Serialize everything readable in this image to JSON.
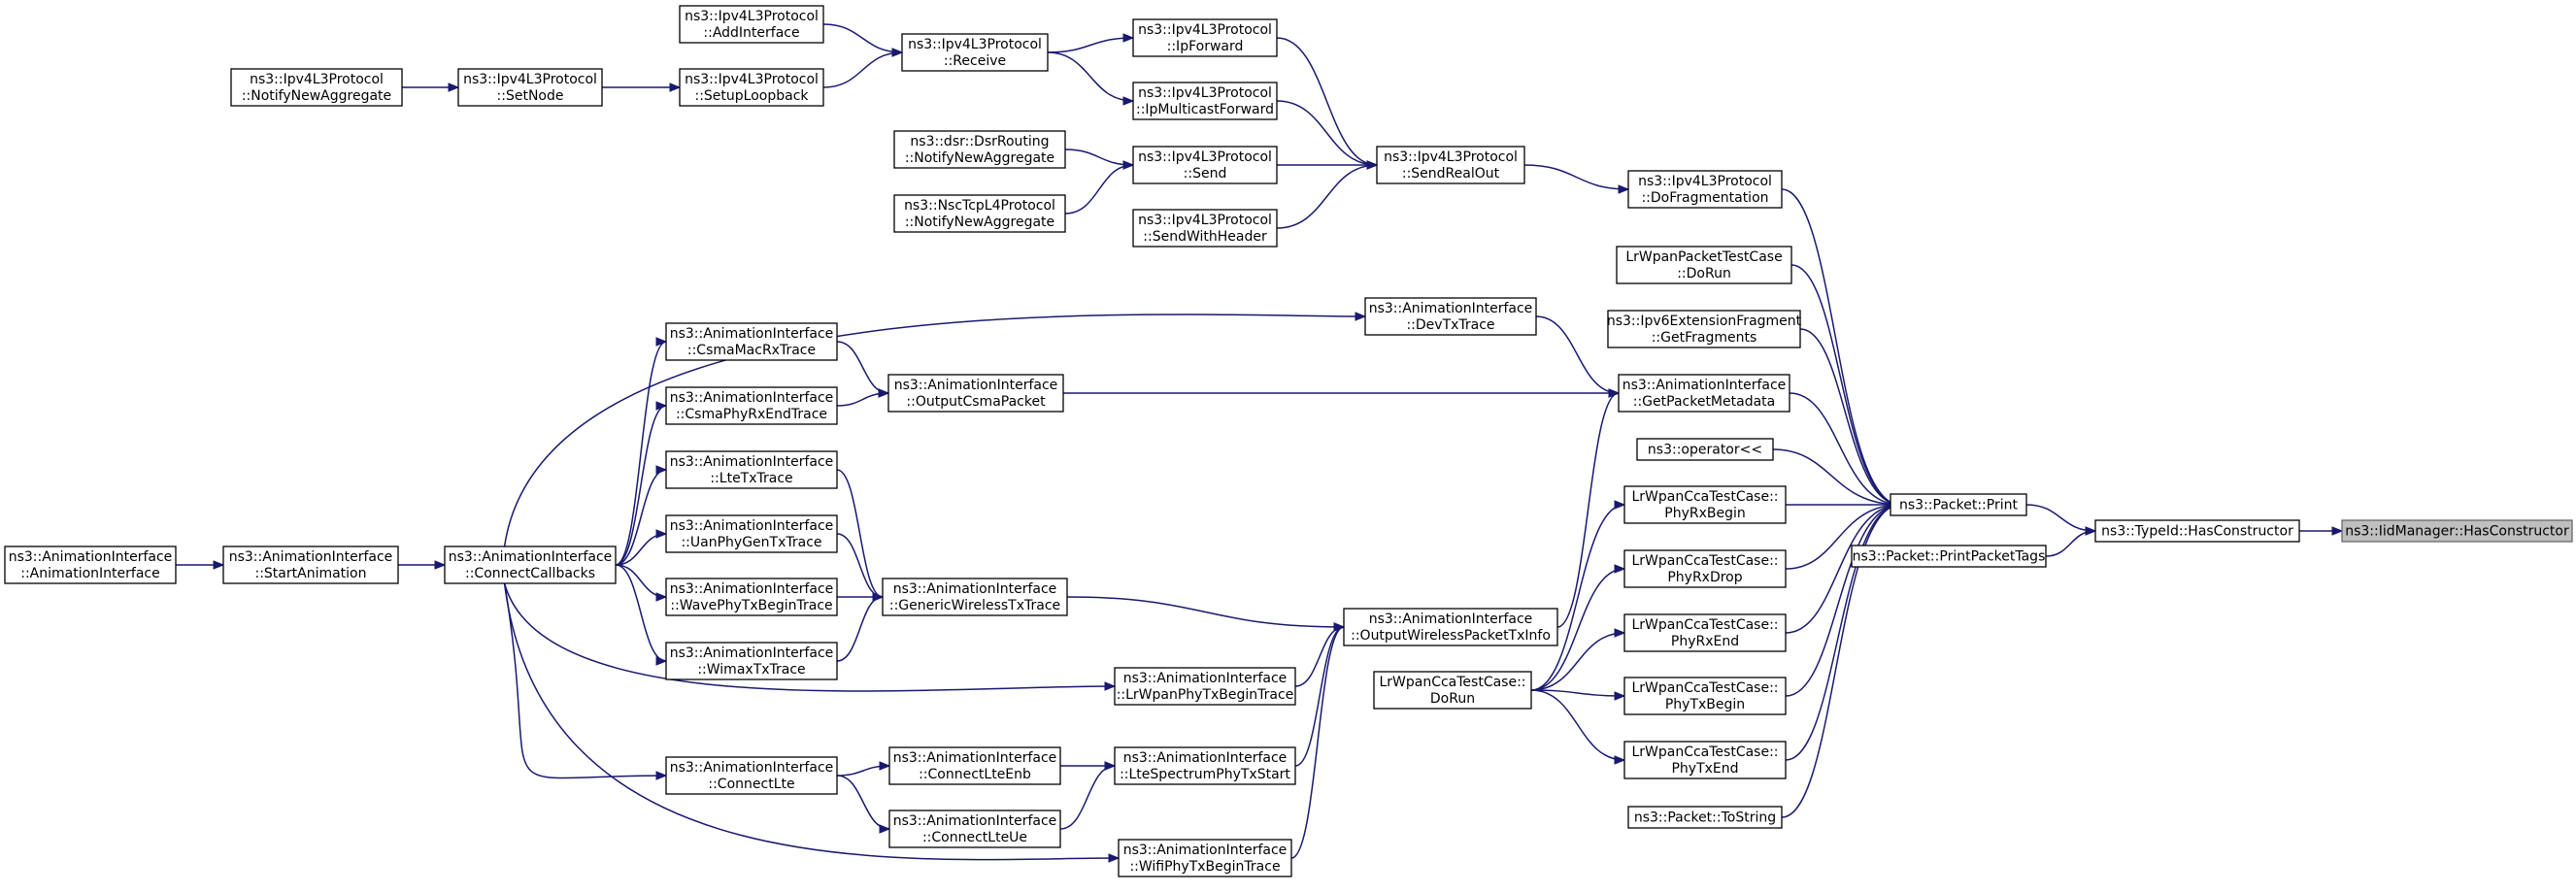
{
  "colors": {
    "edge": "#191970",
    "node_border": "#000000",
    "highlight_fill": "#bfbfbf",
    "background": "#ffffff"
  },
  "nodes": [
    {
      "id": "n0",
      "lines": [
        "ns3::IidManager::HasConstructor"
      ],
      "highlight": true
    },
    {
      "id": "n1",
      "lines": [
        "ns3::TypeId::HasConstructor"
      ]
    },
    {
      "id": "n2",
      "lines": [
        "ns3::Packet::Print"
      ]
    },
    {
      "id": "n3",
      "lines": [
        "ns3::Packet::PrintPacketTags"
      ]
    },
    {
      "id": "n4",
      "lines": [
        "ns3::Ipv4L3Protocol",
        "::DoFragmentation"
      ]
    },
    {
      "id": "n5",
      "lines": [
        "LrWpanPacketTestCase",
        "::DoRun"
      ]
    },
    {
      "id": "n6",
      "lines": [
        "ns3::Ipv6ExtensionFragment",
        "::GetFragments"
      ]
    },
    {
      "id": "n7",
      "lines": [
        "ns3::AnimationInterface",
        "::GetPacketMetadata"
      ]
    },
    {
      "id": "n8",
      "lines": [
        "ns3::operator<<"
      ]
    },
    {
      "id": "n9",
      "lines": [
        "LrWpanCcaTestCase::",
        "PhyRxBegin"
      ]
    },
    {
      "id": "n10",
      "lines": [
        "LrWpanCcaTestCase::",
        "PhyRxDrop"
      ]
    },
    {
      "id": "n11",
      "lines": [
        "LrWpanCcaTestCase::",
        "PhyRxEnd"
      ]
    },
    {
      "id": "n12",
      "lines": [
        "LrWpanCcaTestCase::",
        "PhyTxBegin"
      ]
    },
    {
      "id": "n13",
      "lines": [
        "LrWpanCcaTestCase::",
        "PhyTxEnd"
      ]
    },
    {
      "id": "n14",
      "lines": [
        "ns3::Packet::ToString"
      ]
    },
    {
      "id": "n15",
      "lines": [
        "ns3::Ipv4L3Protocol",
        "::SendRealOut"
      ]
    },
    {
      "id": "n16",
      "lines": [
        "ns3::AnimationInterface",
        "::DevTxTrace"
      ]
    },
    {
      "id": "n17",
      "lines": [
        "ns3::AnimationInterface",
        "::OutputCsmaPacket"
      ]
    },
    {
      "id": "n18",
      "lines": [
        "ns3::AnimationInterface",
        "::OutputWirelessPacketTxInfo"
      ]
    },
    {
      "id": "n19",
      "lines": [
        "LrWpanCcaTestCase::",
        "DoRun"
      ]
    },
    {
      "id": "n20",
      "lines": [
        "ns3::Ipv4L3Protocol",
        "::IpForward"
      ]
    },
    {
      "id": "n21",
      "lines": [
        "ns3::Ipv4L3Protocol",
        "::IpMulticastForward"
      ]
    },
    {
      "id": "n22",
      "lines": [
        "ns3::Ipv4L3Protocol",
        "::Send"
      ]
    },
    {
      "id": "n23",
      "lines": [
        "ns3::Ipv4L3Protocol",
        "::SendWithHeader"
      ]
    },
    {
      "id": "n24",
      "lines": [
        "ns3::Ipv4L3Protocol",
        "::Receive"
      ]
    },
    {
      "id": "n25",
      "lines": [
        "ns3::Ipv4L3Protocol",
        "::AddInterface"
      ]
    },
    {
      "id": "n26",
      "lines": [
        "ns3::Ipv4L3Protocol",
        "::SetupLoopback"
      ]
    },
    {
      "id": "n27",
      "lines": [
        "ns3::Ipv4L3Protocol",
        "::SetNode"
      ]
    },
    {
      "id": "n28",
      "lines": [
        "ns3::Ipv4L3Protocol",
        "::NotifyNewAggregate"
      ]
    },
    {
      "id": "n29",
      "lines": [
        "ns3::dsr::DsrRouting",
        "::NotifyNewAggregate"
      ]
    },
    {
      "id": "n30",
      "lines": [
        "ns3::NscTcpL4Protocol",
        "::NotifyNewAggregate"
      ]
    },
    {
      "id": "n31",
      "lines": [
        "ns3::AnimationInterface",
        "::ConnectCallbacks"
      ]
    },
    {
      "id": "n32",
      "lines": [
        "ns3::AnimationInterface",
        "::StartAnimation"
      ]
    },
    {
      "id": "n33",
      "lines": [
        "ns3::AnimationInterface",
        "::AnimationInterface"
      ]
    },
    {
      "id": "n34",
      "lines": [
        "ns3::AnimationInterface",
        "::CsmaMacRxTrace"
      ]
    },
    {
      "id": "n35",
      "lines": [
        "ns3::AnimationInterface",
        "::CsmaPhyRxEndTrace"
      ]
    },
    {
      "id": "n36",
      "lines": [
        "ns3::AnimationInterface",
        "::GenericWirelessTxTrace"
      ]
    },
    {
      "id": "n37",
      "lines": [
        "ns3::AnimationInterface",
        "::LteTxTrace"
      ]
    },
    {
      "id": "n38",
      "lines": [
        "ns3::AnimationInterface",
        "::UanPhyGenTxTrace"
      ]
    },
    {
      "id": "n39",
      "lines": [
        "ns3::AnimationInterface",
        "::WavePhyTxBeginTrace"
      ]
    },
    {
      "id": "n40",
      "lines": [
        "ns3::AnimationInterface",
        "::WimaxTxTrace"
      ]
    },
    {
      "id": "n41",
      "lines": [
        "ns3::AnimationInterface",
        "::LrWpanPhyTxBeginTrace"
      ]
    },
    {
      "id": "n42",
      "lines": [
        "ns3::AnimationInterface",
        "::LteSpectrumPhyTxStart"
      ]
    },
    {
      "id": "n43",
      "lines": [
        "ns3::AnimationInterface",
        "::ConnectLteEnb"
      ]
    },
    {
      "id": "n44",
      "lines": [
        "ns3::AnimationInterface",
        "::ConnectLte"
      ]
    },
    {
      "id": "n45",
      "lines": [
        "ns3::AnimationInterface",
        "::ConnectLteUe"
      ]
    },
    {
      "id": "n46",
      "lines": [
        "ns3::AnimationInterface",
        "::WifiPhyTxBeginTrace"
      ]
    }
  ],
  "edges": [
    [
      "n1",
      "n0"
    ],
    [
      "n2",
      "n1"
    ],
    [
      "n3",
      "n1"
    ],
    [
      "n4",
      "n2"
    ],
    [
      "n5",
      "n2"
    ],
    [
      "n6",
      "n2"
    ],
    [
      "n7",
      "n2"
    ],
    [
      "n8",
      "n2"
    ],
    [
      "n9",
      "n2"
    ],
    [
      "n10",
      "n2"
    ],
    [
      "n11",
      "n2"
    ],
    [
      "n12",
      "n2"
    ],
    [
      "n13",
      "n2"
    ],
    [
      "n14",
      "n2"
    ],
    [
      "n15",
      "n4"
    ],
    [
      "n16",
      "n7"
    ],
    [
      "n17",
      "n7"
    ],
    [
      "n18",
      "n7"
    ],
    [
      "n19",
      "n9"
    ],
    [
      "n19",
      "n10"
    ],
    [
      "n19",
      "n11"
    ],
    [
      "n19",
      "n12"
    ],
    [
      "n19",
      "n13"
    ],
    [
      "n20",
      "n15"
    ],
    [
      "n21",
      "n15"
    ],
    [
      "n22",
      "n15"
    ],
    [
      "n23",
      "n15"
    ],
    [
      "n24",
      "n20"
    ],
    [
      "n24",
      "n21"
    ],
    [
      "n25",
      "n24"
    ],
    [
      "n26",
      "n24"
    ],
    [
      "n27",
      "n26"
    ],
    [
      "n28",
      "n27"
    ],
    [
      "n29",
      "n22"
    ],
    [
      "n30",
      "n22"
    ],
    [
      "n31",
      "n16"
    ],
    [
      "n34",
      "n17"
    ],
    [
      "n35",
      "n17"
    ],
    [
      "n36",
      "n18"
    ],
    [
      "n41",
      "n18"
    ],
    [
      "n42",
      "n18"
    ],
    [
      "n46",
      "n18"
    ],
    [
      "n32",
      "n31"
    ],
    [
      "n33",
      "n32"
    ],
    [
      "n31",
      "n34"
    ],
    [
      "n31",
      "n35"
    ],
    [
      "n31",
      "n37"
    ],
    [
      "n31",
      "n38"
    ],
    [
      "n31",
      "n39"
    ],
    [
      "n31",
      "n40"
    ],
    [
      "n31",
      "n41"
    ],
    [
      "n31",
      "n44"
    ],
    [
      "n31",
      "n46"
    ],
    [
      "n37",
      "n36"
    ],
    [
      "n38",
      "n36"
    ],
    [
      "n39",
      "n36"
    ],
    [
      "n40",
      "n36"
    ],
    [
      "n43",
      "n42"
    ],
    [
      "n45",
      "n42"
    ],
    [
      "n44",
      "n43"
    ],
    [
      "n44",
      "n45"
    ]
  ]
}
